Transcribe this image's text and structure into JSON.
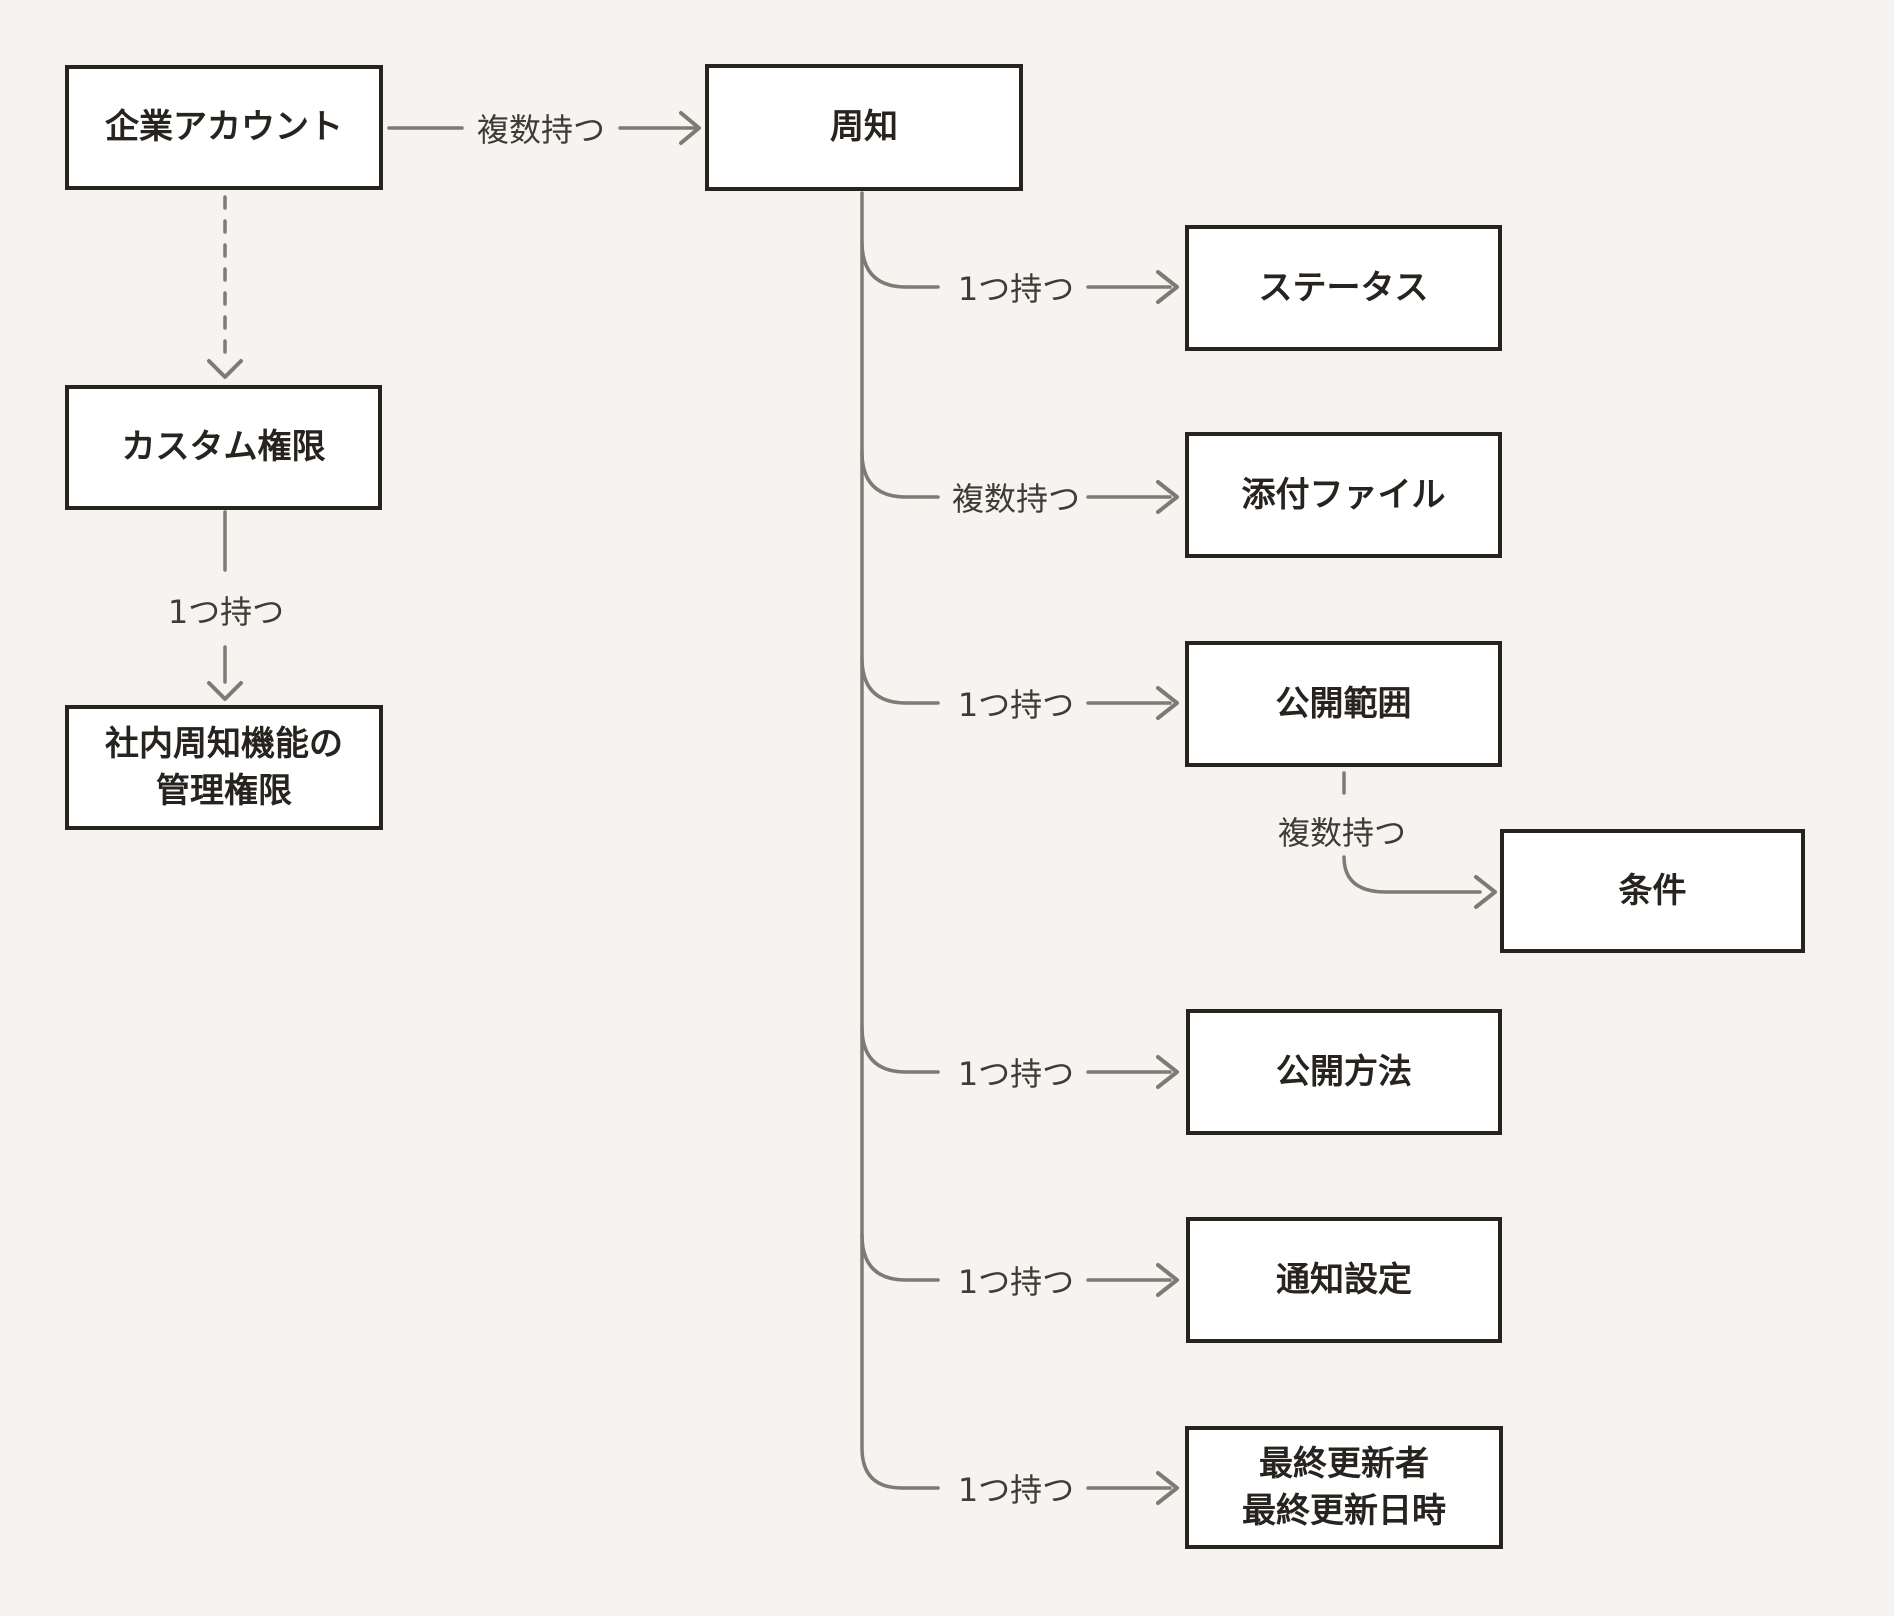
{
  "diagram": {
    "background_color": "#f5f4f1",
    "line_color": "#7d7b72",
    "box_border_color": "#272420",
    "box_text_color": "#272420",
    "edge_label_color": "#3e3c34"
  },
  "nodes": {
    "corporate_account": "企業アカウント",
    "announcement": "周知",
    "custom_permission": "カスタム権限",
    "admin_permission": "社内周知機能の\n管理権限",
    "status": "ステータス",
    "attachment": "添付ファイル",
    "publish_scope": "公開範囲",
    "condition": "条件",
    "publish_method": "公開方法",
    "notification_setting": "通知設定",
    "last_updated": "最終更新者\n最終更新日時"
  },
  "edges": {
    "corporate_to_announcement": "複数持つ",
    "custom_to_admin": "1つ持つ",
    "announcement_to_status": "1つ持つ",
    "announcement_to_attachment": "複数持つ",
    "announcement_to_publish_scope": "1つ持つ",
    "publish_scope_to_condition": "複数持つ",
    "announcement_to_publish_method": "1つ持つ",
    "announcement_to_notification": "1つ持つ",
    "announcement_to_last_updated": "1つ持つ"
  }
}
